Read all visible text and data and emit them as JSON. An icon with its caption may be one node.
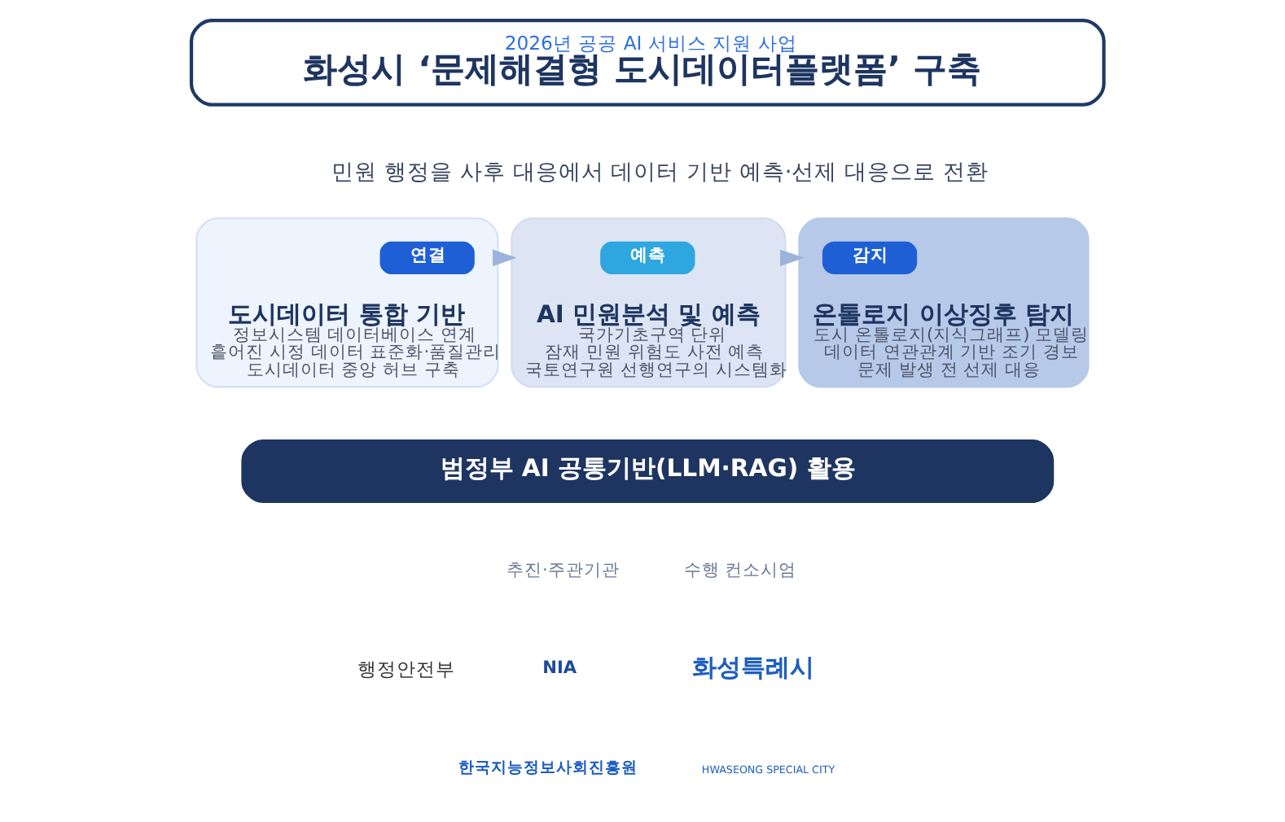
{
  "diagram": {
    "nodes": [
      {
        "text": [
          "2026년 공공 AI 서비스 지원 사업",
          "화성시 ‘문제해결형 도시데이터플랫폼’ 구축"
        ]
      },
      {
        "text": [
          "도시데이터 통합 기반",
          "정보시스템 데이터베이스 연계",
          "흩어진 시정 데이터 표준화·품질관리",
          "도시데이터 중앙 허브 구축"
        ]
      },
      {
        "text": [
          "연결"
        ],
        "in": 1
      },
      {
        "text": [
          "AI 민원분석 및 예측",
          "국가기초구역 단위",
          "잠재 민원 위험도 사전 예측",
          "국토연구원 선행연구의 시스템화"
        ]
      },
      {
        "text": [
          "예측"
        ],
        "in": 3
      },
      {
        "text": [
          "온톨로지 이상징후 탐지",
          "도시 온톨로지(지식그래프) 모델링",
          "데이터 연관관계 기반 조기 경보",
          "문제 발생 전 선제 대응"
        ]
      },
      {
        "text": [
          "감지"
        ],
        "in": 5
      },
      {
        "text": [
          "범정부 AI 공통기반(LLM·RAG) 활용"
        ]
      }
    ],
    "edges": [
      {
        "from": 1,
        "to": 3,
        "arrow": "to",
        "color": "#9db3dc"
      },
      {
        "from": 3,
        "to": 5,
        "arrow": "to",
        "color": "#9db3dc"
      }
    ],
    "labels": [
      "민원 행정을 사후 대응에서 데이터 기반 예측·선제 대응으로 전환",
      "추진·주관기관",
      "수행 컨소시엄",
      "행정안전부",
      "NIA",
      "한국지능정보사회진흥원",
      "화성특례시",
      "HWASEONG SPECIAL CITY"
    ]
  }
}
